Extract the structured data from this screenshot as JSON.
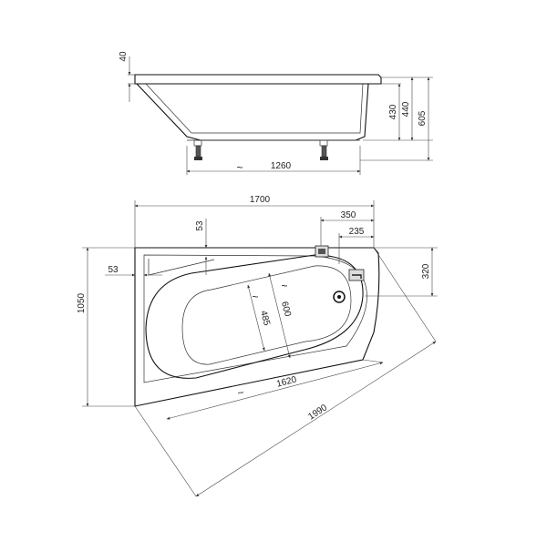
{
  "side_view": {
    "rim_height": "40",
    "height_430": "430",
    "height_440": "440",
    "height_605": "605",
    "base_length": "1260",
    "wave": "~"
  },
  "top_view": {
    "width_1700": "1700",
    "offset_350": "350",
    "offset_235": "235",
    "rim_53_top": "53",
    "rim_53_left": "53",
    "depth_1050": "1050",
    "depth_320": "320",
    "inner_485": "485",
    "inner_600": "600",
    "inner_1620": "1620",
    "diagonal_1990": "1990",
    "wave_a": "~",
    "wave_b": "~",
    "wave_c": "~"
  }
}
